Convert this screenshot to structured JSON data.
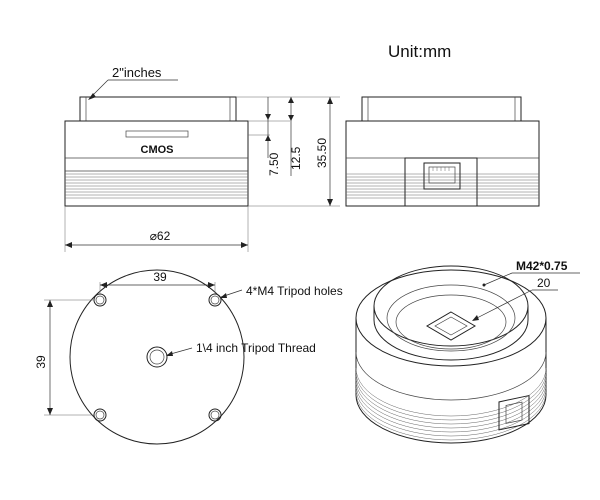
{
  "unit_label": "Unit:mm",
  "front_view": {
    "sensor_label": "CMOS",
    "nose_label": "2\"inches",
    "diameter_label": "⌀62",
    "dim_7_50": "7.50",
    "dim_12_5": "12.5",
    "dim_35_50": "35.50"
  },
  "bottom_view": {
    "hole_spacing_h": "39",
    "hole_spacing_v": "39",
    "tripod_holes_label": "4*M4 Tripod holes",
    "tripod_thread_label": "1\\4 inch Tripod Thread"
  },
  "iso_view": {
    "thread_label": "M42*0.75",
    "sensor_size_label": "20"
  }
}
